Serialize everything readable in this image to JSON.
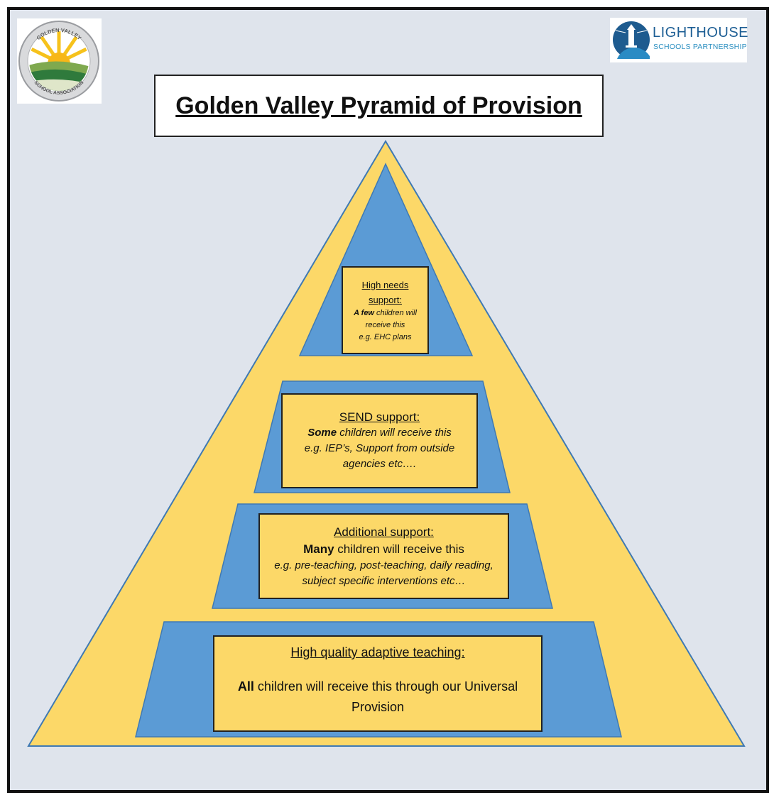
{
  "title": "Golden Valley Pyramid of Provision",
  "logos": {
    "left": {
      "top_text": "GOLDEN VALLEY",
      "bottom_text": "SCHOOL ASSOCIATION"
    },
    "right": {
      "name": "LIGHTHOUSE",
      "subtitle": "SCHOOLS PARTNERSHIP"
    }
  },
  "colors": {
    "background": "#dfe4ec",
    "pyramid_yellow": "#fcd868",
    "tier_blue": "#5b9bd5",
    "outline_blue": "#3f79b3"
  },
  "tiers": [
    {
      "heading": "High needs support:",
      "quantifier": "A few",
      "text": " children will receive this",
      "example": "e.g. EHC plans"
    },
    {
      "heading": "SEND support:",
      "quantifier": "Some",
      "text": " children will receive this",
      "example": "e.g. IEP’s, Support from outside agencies etc…."
    },
    {
      "heading": "Additional support:",
      "quantifier": "Many",
      "text": " children will receive this",
      "example": "e.g. pre-teaching, post-teaching, daily reading, subject specific interventions etc…"
    },
    {
      "heading": "High quality adaptive teaching:",
      "quantifier": "All",
      "text": " children will receive this through our Universal Provision"
    }
  ]
}
